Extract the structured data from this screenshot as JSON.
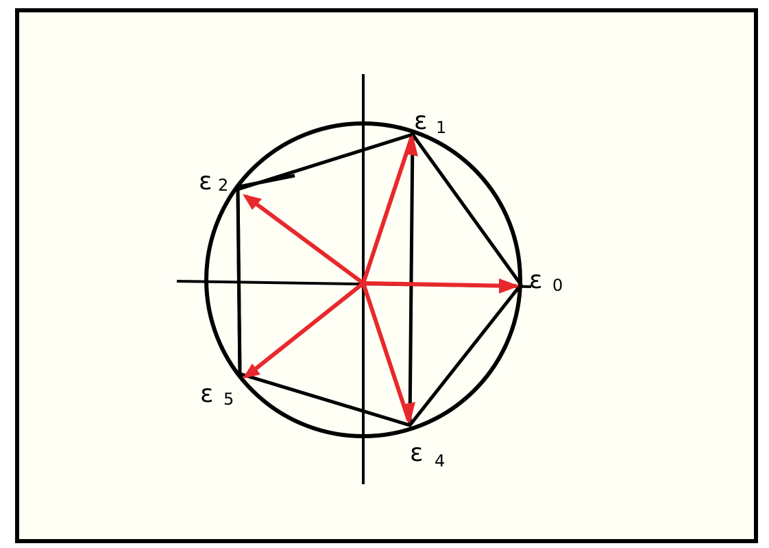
{
  "diagram": {
    "colors": {
      "background": "#fffff6",
      "ink": "#000000",
      "vector": "#e8282c"
    },
    "labels": {
      "e0": {
        "letter": "ε",
        "index": "0"
      },
      "e1": {
        "letter": "ε",
        "index": "1"
      },
      "e2": {
        "letter": "ε",
        "index": "2"
      },
      "e4": {
        "letter": "ε",
        "index": "4"
      },
      "e5": {
        "letter": "ε",
        "index": "5"
      }
    }
  }
}
